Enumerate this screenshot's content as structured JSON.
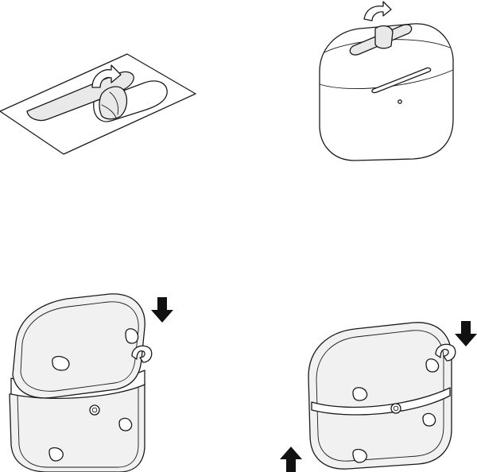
{
  "diagram": {
    "steps": [
      {
        "id": 1,
        "icon": "peel-film-sheet-icon"
      },
      {
        "id": 2,
        "icon": "peel-film-from-case-icon"
      },
      {
        "id": 3,
        "icon": "attach-cover-top-icon"
      },
      {
        "id": 4,
        "icon": "attach-cover-bottom-icon"
      }
    ],
    "colors": {
      "outline": "#1a1a1a",
      "film": "#e9e9e9",
      "cover": "#f1f1f1",
      "arrow": "#111111",
      "background": "#ffffff"
    }
  }
}
